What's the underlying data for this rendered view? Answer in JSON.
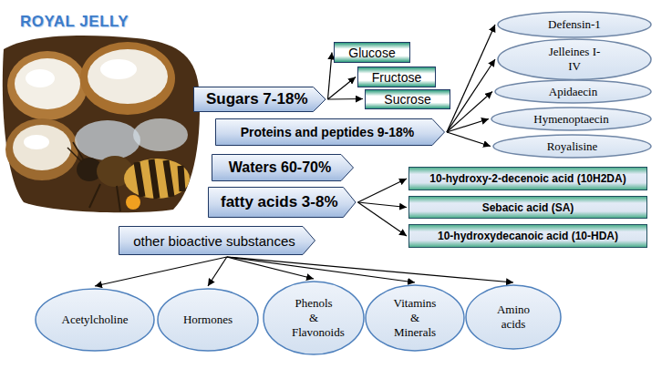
{
  "diagram": {
    "title": "ROYAL JELLY",
    "nodes": [
      {
        "text": [
          "Sugars  7-18%"
        ]
      },
      {
        "text": [
          "Glucose"
        ]
      },
      {
        "text": [
          "Fructose"
        ]
      },
      {
        "text": [
          "Sucrose"
        ]
      },
      {
        "text": [
          "Proteins and peptides 9-18%"
        ]
      },
      {
        "text": [
          "Defensin-1"
        ]
      },
      {
        "text": [
          "Jelleines I-IV"
        ]
      },
      {
        "text": [
          "Apidaecin"
        ]
      },
      {
        "text": [
          "Hymenoptaecin"
        ]
      },
      {
        "text": [
          "Royalisine"
        ]
      },
      {
        "text": [
          "Waters 60-70%"
        ]
      },
      {
        "text": [
          "fatty acids 3-8%"
        ]
      },
      {
        "text": [
          "10-hydroxy-2-decenoic acid (10H2DA)"
        ]
      },
      {
        "text": [
          "Sebacic acid (SA)"
        ]
      },
      {
        "text": [
          "10-hydroxydecanoic acid (10-HDA)"
        ]
      },
      {
        "text": [
          "other bioactive substances"
        ]
      },
      {
        "text": [
          "Acetylcholine"
        ]
      },
      {
        "text": [
          "Hormones"
        ]
      },
      {
        "text": [
          "Phenols & Flavonoids"
        ]
      },
      {
        "text": [
          "Vitamins & Minerals"
        ]
      },
      {
        "text": [
          "Amino acids"
        ]
      }
    ],
    "edges": [
      {
        "from": 0,
        "to": 1,
        "arrow": "to"
      },
      {
        "from": 0,
        "to": 2,
        "arrow": "to"
      },
      {
        "from": 0,
        "to": 3,
        "arrow": "to"
      },
      {
        "from": 4,
        "to": 5,
        "arrow": "to"
      },
      {
        "from": 4,
        "to": 6,
        "arrow": "to"
      },
      {
        "from": 4,
        "to": 7,
        "arrow": "to"
      },
      {
        "from": 4,
        "to": 8,
        "arrow": "to"
      },
      {
        "from": 4,
        "to": 9,
        "arrow": "to"
      },
      {
        "from": 11,
        "to": 12,
        "arrow": "to"
      },
      {
        "from": 11,
        "to": 13,
        "arrow": "to"
      },
      {
        "from": 11,
        "to": 14,
        "arrow": "to"
      },
      {
        "from": 15,
        "to": 16,
        "arrow": "to"
      },
      {
        "from": 15,
        "to": 17,
        "arrow": "to"
      },
      {
        "from": 15,
        "to": 18,
        "arrow": "to"
      },
      {
        "from": 15,
        "to": 19,
        "arrow": "to"
      },
      {
        "from": 15,
        "to": 20,
        "arrow": "to"
      }
    ]
  }
}
